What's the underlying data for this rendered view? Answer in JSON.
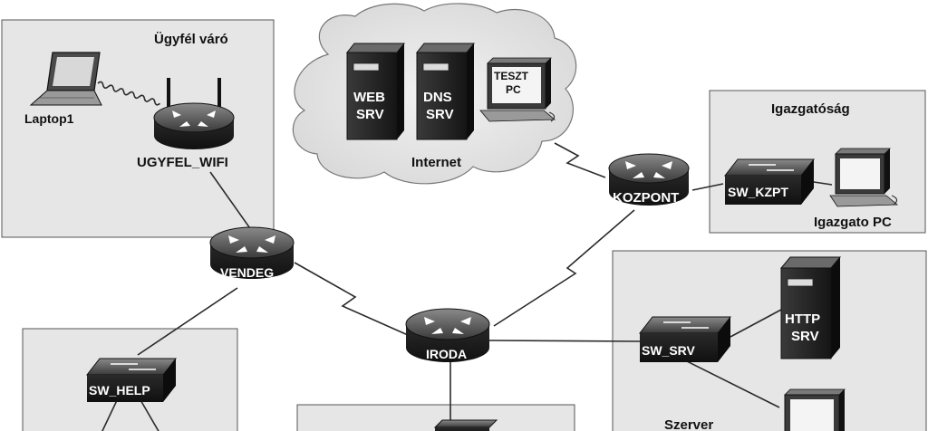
{
  "zones": {
    "ugyfel": "Ügyfél váró",
    "internet": "Internet",
    "igazgatosag": "Igazgatóság",
    "szerver": "Szerver"
  },
  "devices": {
    "laptop1": "Laptop1",
    "ugyfel_wifi": "UGYFEL_WIFI",
    "web_srv_l1": "WEB",
    "web_srv_l2": "SRV",
    "dns_srv_l1": "DNS",
    "dns_srv_l2": "SRV",
    "teszt_pc_l1": "TESZT",
    "teszt_pc_l2": "PC",
    "kozpont": "KOZPONT",
    "sw_kzpt": "SW_KZPT",
    "igazgato_pc": "Igazgato PC",
    "vendeg": "VENDEG",
    "iroda": "IRODA",
    "sw_srv": "SW_SRV",
    "http_srv_l1": "HTTP",
    "http_srv_l2": "SRV",
    "sw_help": "SW_HELP"
  },
  "colors": {
    "zone_fill": "#e6e6e6",
    "device_dark": "#1e1e1e",
    "device_mid": "#5a5a5a",
    "link": "#2a2a2a"
  }
}
